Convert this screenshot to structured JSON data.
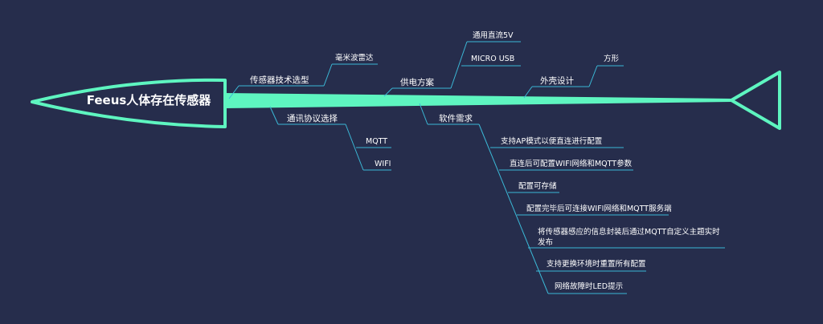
{
  "root": {
    "title": "Feeus人体存在传感器"
  },
  "branches": {
    "sensor": {
      "label": "传感器技术选型",
      "children": [
        "毫米波雷达"
      ]
    },
    "power": {
      "label": "供电方案",
      "children": [
        "通用直流5V",
        "MICRO USB"
      ]
    },
    "shell": {
      "label": "外壳设计",
      "children": [
        "方形"
      ]
    },
    "protocol": {
      "label": "通讯协议选择",
      "children": [
        "MQTT",
        "WIFI"
      ]
    },
    "software": {
      "label": "软件需求",
      "children": [
        "支持AP模式以便直连进行配置",
        "直连后可配置WIFI网络和MQTT参数",
        "配置可存储",
        "配置完毕后可连接WIFI网络和MQTT服务端",
        "将传感器感应的信息封装后通过MQTT自定义主题实时发布",
        "支持更换环境时重置所有配置",
        "网络故障时LED提示"
      ]
    }
  },
  "colors": {
    "background": "#262d4c",
    "accent": "#5ef5c0",
    "line": "#3bb8d6",
    "text": "#ffffff"
  }
}
